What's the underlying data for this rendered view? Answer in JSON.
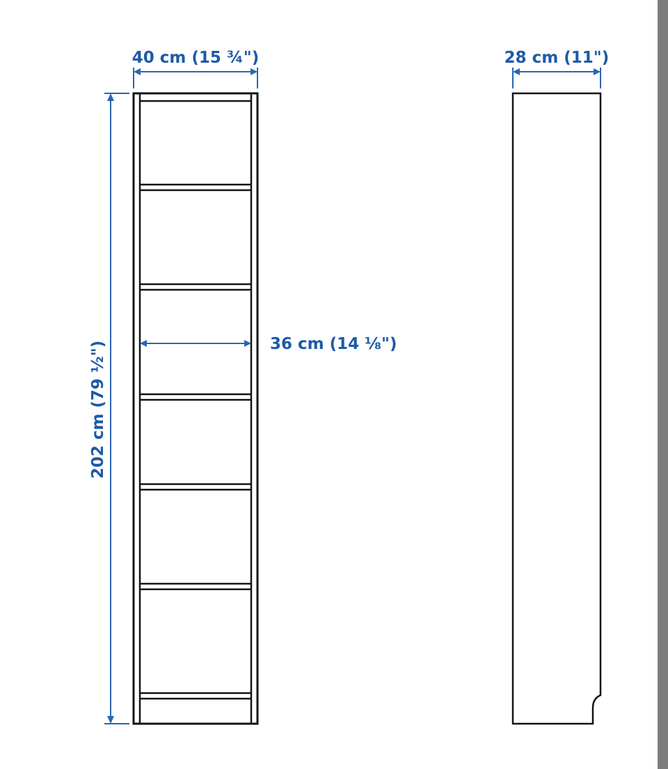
{
  "diagram": {
    "front_width_label": "40 cm (15 ¾\")",
    "side_depth_label": "28 cm (11\")",
    "height_label": "202 cm (79 ½\")",
    "inner_width_label": "36 cm (14 ⅛\")"
  },
  "colors": {
    "dimension": "#1d5aa8",
    "outline": "#141414",
    "scrollbar": "#7d7d7d"
  }
}
